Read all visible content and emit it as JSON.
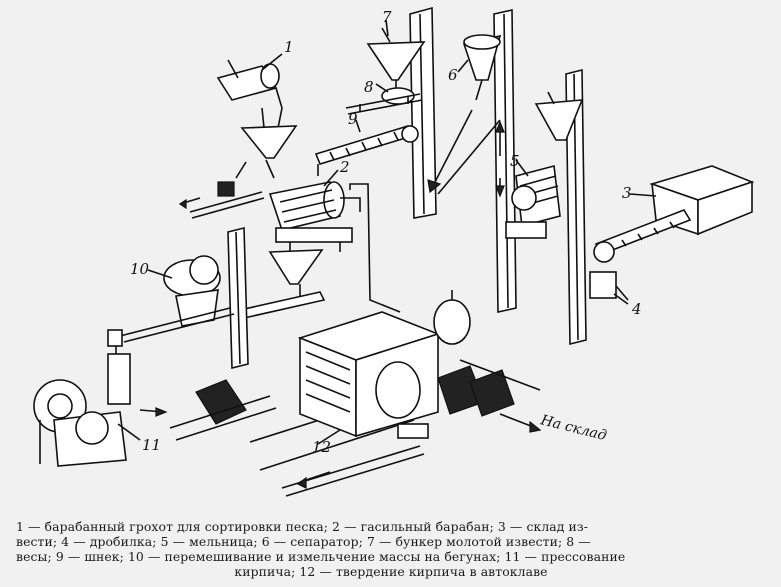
{
  "diagram": {
    "callouts": [
      {
        "id": "1",
        "label": "1"
      },
      {
        "id": "2",
        "label": "2"
      },
      {
        "id": "3",
        "label": "3"
      },
      {
        "id": "4",
        "label": "4"
      },
      {
        "id": "5",
        "label": "5"
      },
      {
        "id": "6",
        "label": "6"
      },
      {
        "id": "7",
        "label": "7"
      },
      {
        "id": "8",
        "label": "8"
      },
      {
        "id": "9",
        "label": "9"
      },
      {
        "id": "10",
        "label": "10"
      },
      {
        "id": "11",
        "label": "11"
      },
      {
        "id": "12",
        "label": "12"
      }
    ],
    "exit_label": "На склад"
  },
  "caption": {
    "line1": "1 — барабанный грохот для сортировки песка; 2 — гасильный барабан; 3 — склад из-",
    "line2": "вести; 4 — дробилка; 5 — мельница; 6 — сепаратор; 7 — бункер молотой извести; 8 —",
    "line3": "весы; 9 — шнек; 10 — перемешивание и измельчение массы на бегунах; 11 — прессование",
    "line4": "кирпича; 12 — твердение кирпича в автоклаве"
  },
  "colors": {
    "ink": "#111111",
    "paper": "#f1f1f1"
  }
}
